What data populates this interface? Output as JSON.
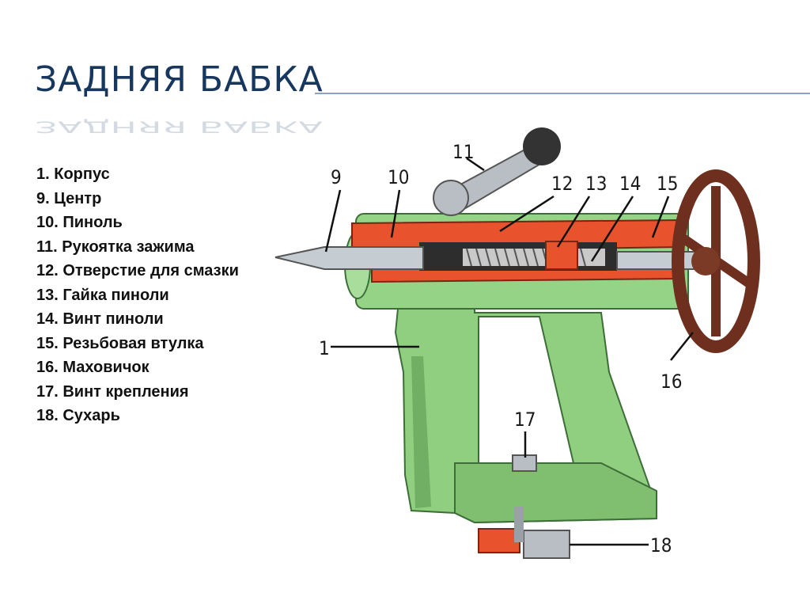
{
  "title": "ЗАДНЯЯ БАБКА",
  "legend": [
    "1. Корпус",
    "9. Центр",
    "10.  Пиноль",
    "11.  Рукоятка зажима",
    "12.  Отверстие для смазки",
    "13.  Гайка пиноли",
    "14.  Винт пиноли",
    "15.  Резьбовая втулка",
    "16.  Маховичок",
    "17.  Винт крепления",
    "18.  Сухарь"
  ],
  "callouts": {
    "n1": "1",
    "n9": "9",
    "n10": "10",
    "n11": "11",
    "n12": "12",
    "n13": "13",
    "n14": "14",
    "n15": "15",
    "n16": "16",
    "n17": "17",
    "n18": "18"
  },
  "colors": {
    "title": "#17375e",
    "body_green": "#8fcf7f",
    "body_dark": "#5e9a52",
    "sleeve_red": "#e8522c",
    "steel": "#b8bec4",
    "handwheel": "#6e2f1e"
  }
}
